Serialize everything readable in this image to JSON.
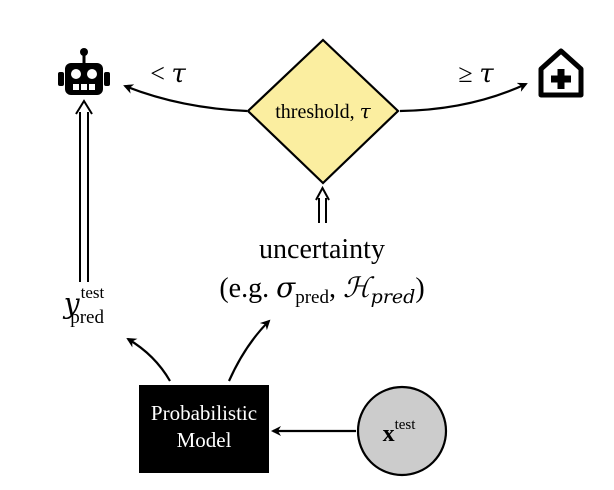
{
  "diagram": {
    "decision_node": {
      "label": "threshold, ",
      "symbol": "τ",
      "fill": "#fbeea0",
      "stroke": "#000000"
    },
    "left_branch": {
      "relation": "<",
      "symbol": "τ",
      "target_icon": "robot-icon"
    },
    "right_branch": {
      "relation": "≥",
      "symbol": "τ",
      "target_icon": "hospital-icon"
    },
    "uncertainty": {
      "title": "uncertainty",
      "open": "(e.g. ",
      "sigma": "σ",
      "sigma_sub": "pred",
      "sep": ", ",
      "entropy": "ℋ",
      "entropy_sub": "pred",
      "close": ")"
    },
    "prediction": {
      "symbol": "y",
      "superscript": "test",
      "subscript": "pred"
    },
    "model_box": {
      "line1": "Probabilistic",
      "line2": "Model",
      "fill": "#000000",
      "text_color": "#ffffff"
    },
    "input_node": {
      "symbol": "x",
      "superscript": "test",
      "fill": "#cccccc"
    }
  }
}
